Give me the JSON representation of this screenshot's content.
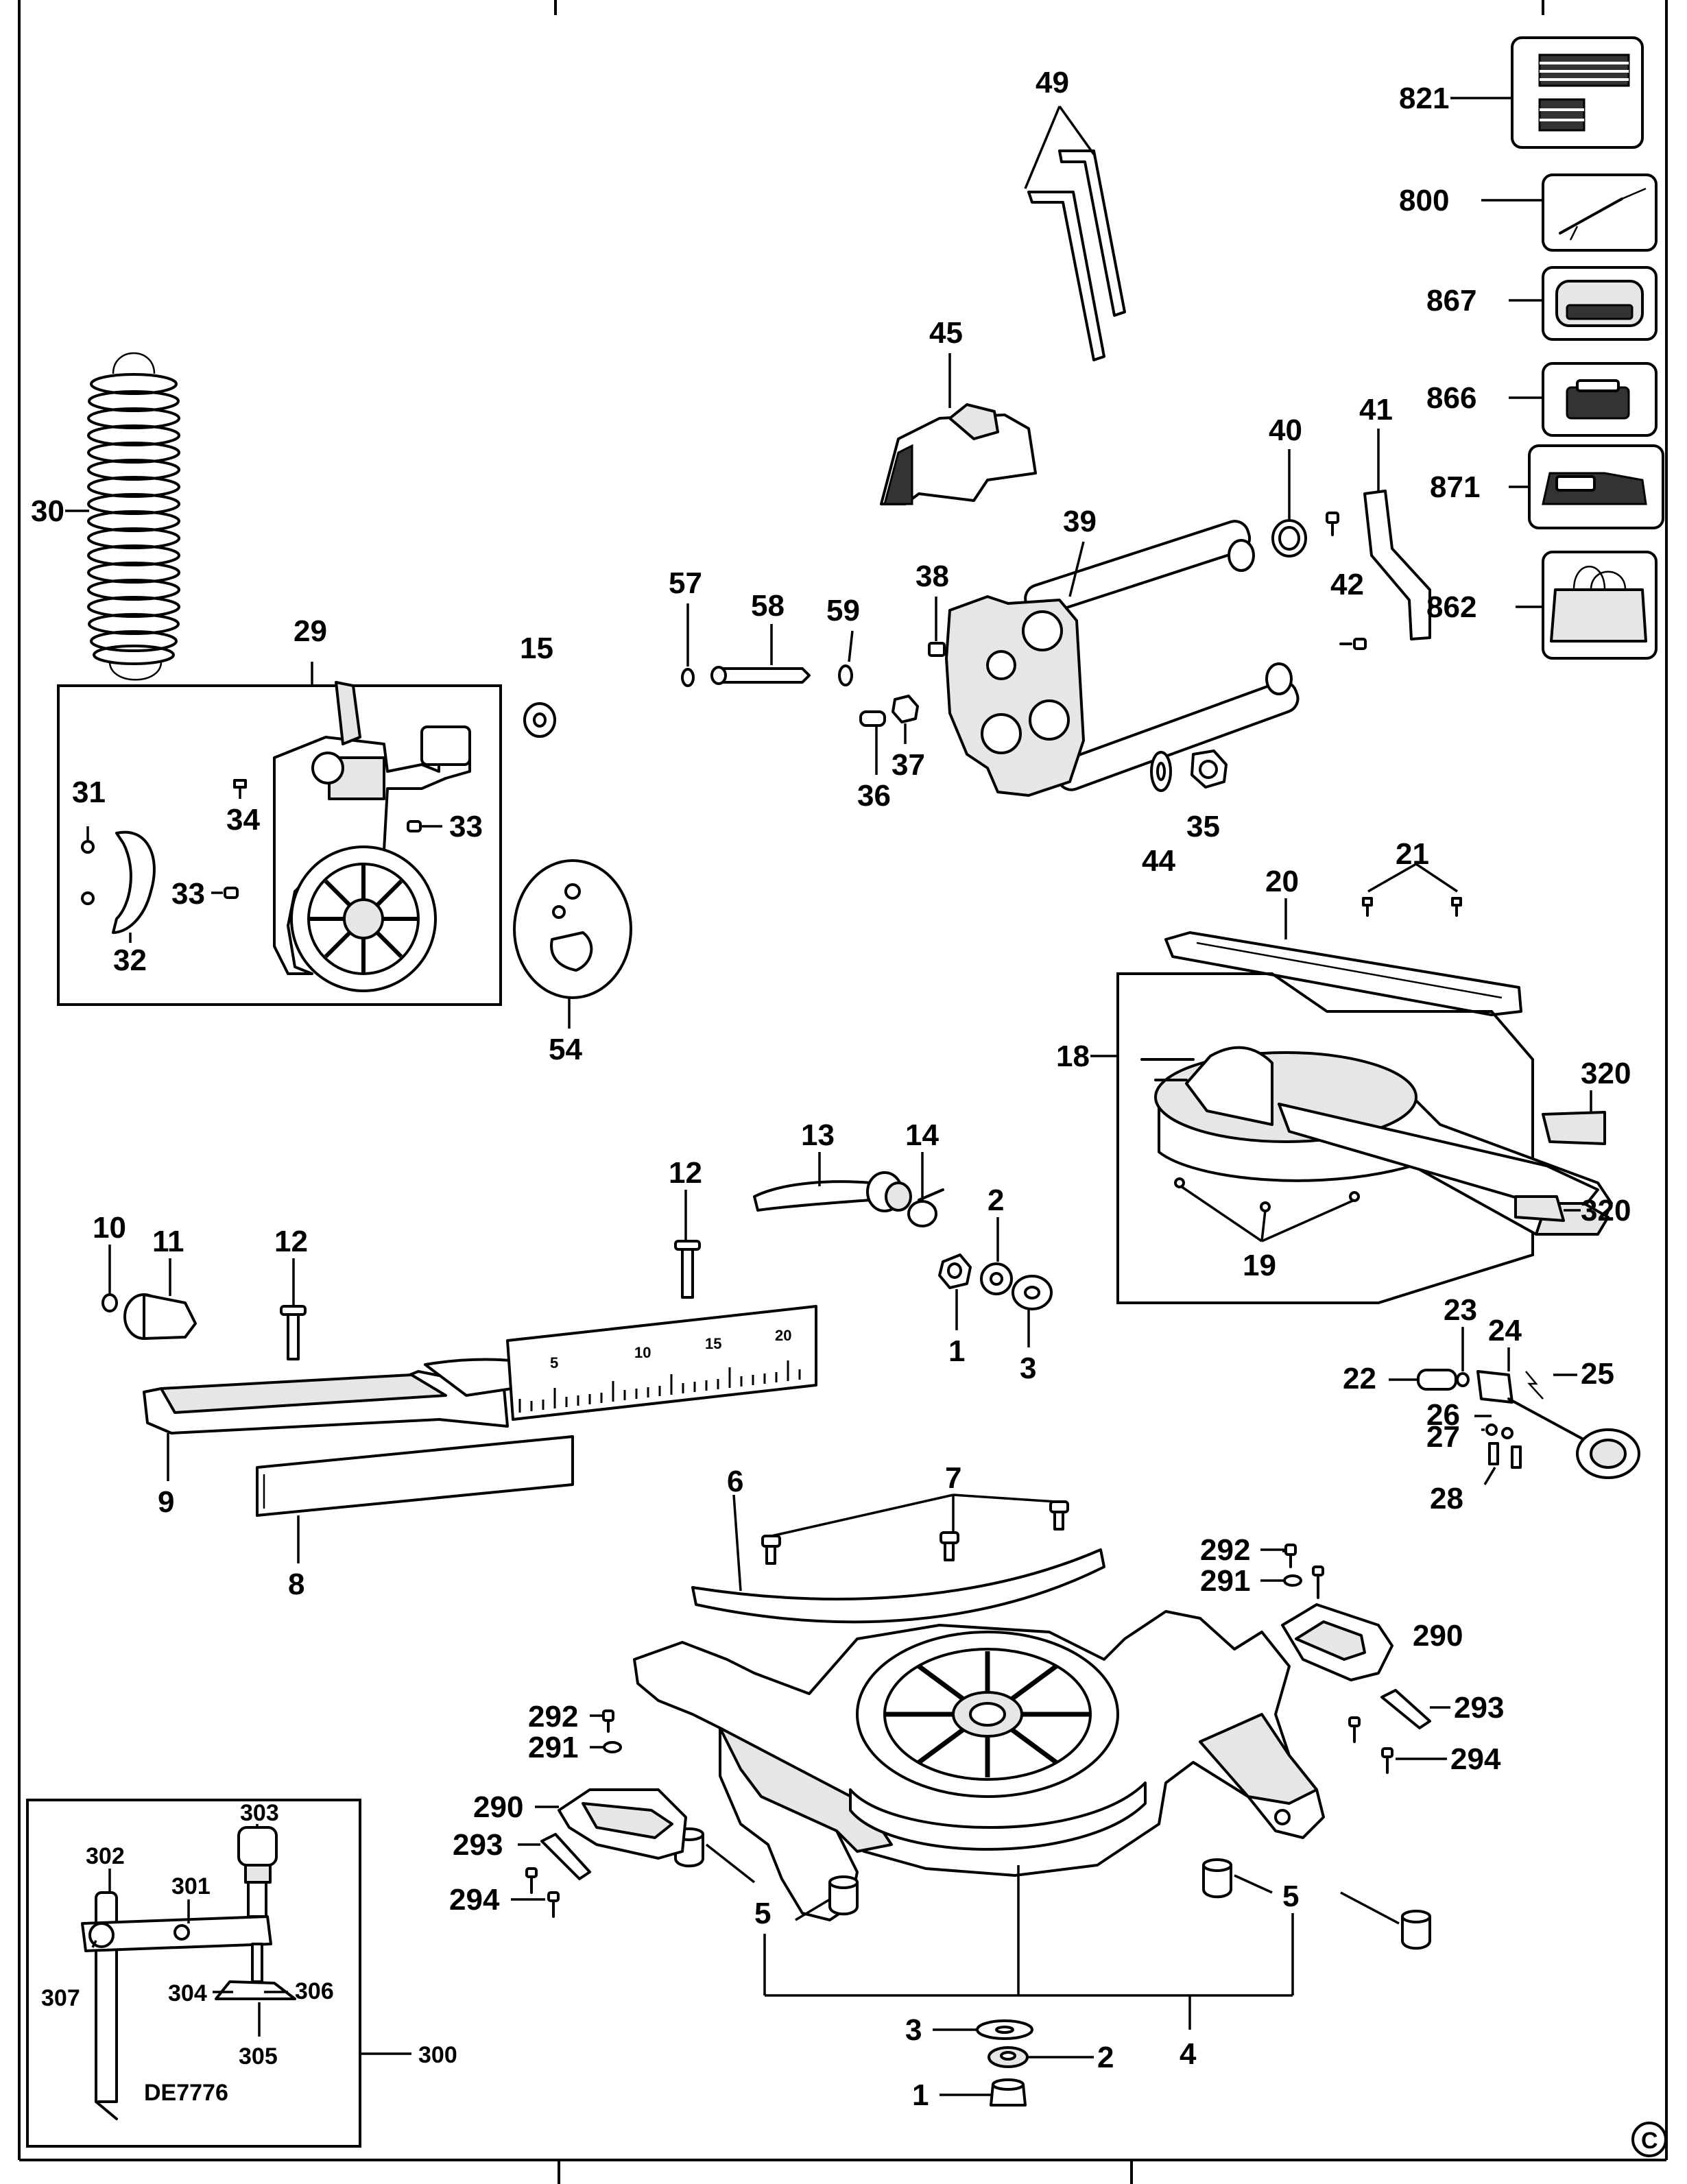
{
  "labels": {
    "l1a": "1",
    "l1b": "1",
    "l2a": "2",
    "l2b": "2",
    "l3a": "3",
    "l3b": "3",
    "l4": "4",
    "l5a": "5",
    "l5b": "5",
    "l6": "6",
    "l7": "7",
    "l8": "8",
    "l9": "9",
    "l10": "10",
    "l11": "11",
    "l12a": "12",
    "l12b": "12",
    "l13": "13",
    "l14": "14",
    "l15": "15",
    "l18": "18",
    "l19": "19",
    "l20": "20",
    "l21": "21",
    "l22": "22",
    "l23": "23",
    "l24": "24",
    "l25": "25",
    "l26": "26",
    "l27": "27",
    "l28": "28",
    "l29": "29",
    "l30": "30",
    "l31": "31",
    "l32": "32",
    "l33a": "33",
    "l33b": "33",
    "l34": "34",
    "l35": "35",
    "l36": "36",
    "l37": "37",
    "l38": "38",
    "l39": "39",
    "l40": "40",
    "l41": "41",
    "l42": "42",
    "l44": "44",
    "l45": "45",
    "l49": "49",
    "l54": "54",
    "l57": "57",
    "l58": "58",
    "l59": "59",
    "l290a": "290",
    "l290b": "290",
    "l291a": "291",
    "l291b": "291",
    "l292a": "292",
    "l292b": "292",
    "l293a": "293",
    "l293b": "293",
    "l294a": "294",
    "l294b": "294",
    "l300": "300",
    "l301": "301",
    "l302": "302",
    "l303": "303",
    "l304": "304",
    "l305": "305",
    "l306": "306",
    "l307": "307",
    "l320a": "320",
    "l320b": "320",
    "l800": "800",
    "l821": "821",
    "l862": "862",
    "l866": "866",
    "l867": "867",
    "l871": "871"
  },
  "inset_caption": "DE7776",
  "fence_scale_ticks": [
    "5",
    "10",
    "15",
    "20"
  ],
  "copyright_mark": "C"
}
